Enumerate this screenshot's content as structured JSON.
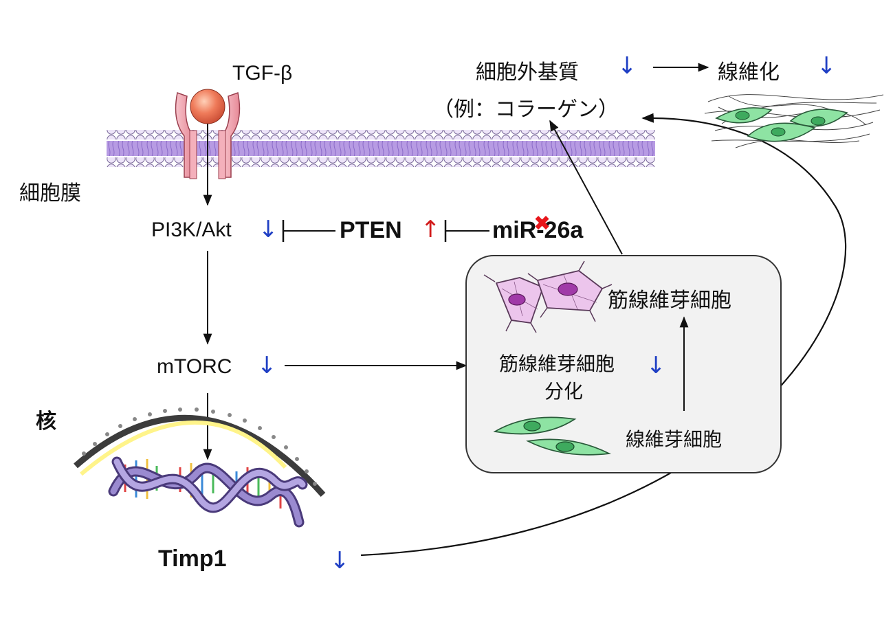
{
  "labels": {
    "tgf": "TGF-β",
    "membrane": "細胞膜",
    "pi3k": "PI3K/Akt",
    "pten": "PTEN",
    "mir": "miR-26a",
    "mtorc": "mTORC",
    "nucleus": "核",
    "timp1": "Timp1",
    "ecm_line1": "細胞外基質",
    "ecm_line2": "（例：コラーゲン）",
    "fibrosis": "線維化",
    "myofibroblast": "筋線維芽細胞",
    "diff_line1": "筋線維芽細胞",
    "diff_line2": "分化",
    "fibroblast": "線維芽細胞"
  },
  "symbols": {
    "down_arrow": "↓",
    "up_arrow": "↑",
    "inhibition": "⊣",
    "cross": "✖"
  },
  "colors": {
    "down": "#1f3fc4",
    "up": "#d11a1a",
    "cross": "#e8161b",
    "membrane_head": "#ede4f8",
    "membrane_tail": "#b79be3",
    "receptor": "#f2a3ae",
    "ligand": "#ec6a4e",
    "fibroblast_cell": "#8ee3a3",
    "myofibroblast_cell": "#ecc5ec",
    "box_fill": "#f2f2f2"
  }
}
